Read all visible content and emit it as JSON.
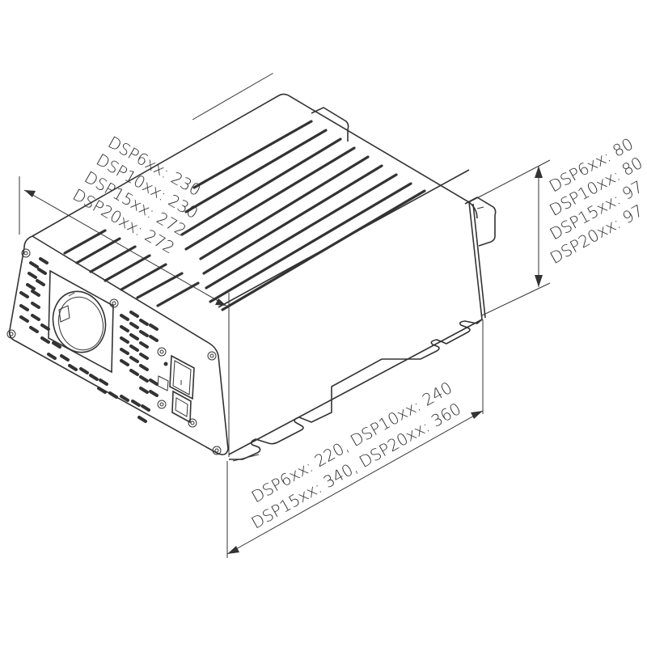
{
  "diagram": {
    "subject": "DSP series inverter housing, isometric dimension drawing",
    "colors": {
      "line": "#333333",
      "text": "#333333",
      "background": "#ffffff"
    },
    "dimensions": {
      "length": {
        "label_lines": [
          "DSP6xx: 230",
          "DSP10xx: 230",
          "DSP15xx: 272",
          "DSP20xx: 272"
        ],
        "values": {
          "DSP6xx": 230,
          "DSP10xx": 230,
          "DSP15xx": 272,
          "DSP20xx": 272
        }
      },
      "height": {
        "label_lines": [
          "DSP6xx: 80",
          "DSP10xx: 80",
          "DSP15xx: 97",
          "DSP20xx: 97"
        ],
        "values": {
          "DSP6xx": 80,
          "DSP10xx": 80,
          "DSP15xx": 97,
          "DSP20xx": 97
        }
      },
      "width_mounting": {
        "label_lines": [
          "DSP6xx: 220, DSP10xx: 240",
          "DSP15xx: 340, DSP20xx: 360"
        ],
        "values": {
          "DSP6xx": 220,
          "DSP10xx": 240,
          "DSP15xx": 340,
          "DSP20xx": 360
        }
      }
    },
    "components": [
      "front-panel",
      "ac-outlet-socket",
      "power-rocker-switch",
      "rj45-remote-port",
      "status-led",
      "cooling-fins",
      "mounting-flange",
      "dc-input-cover"
    ]
  }
}
